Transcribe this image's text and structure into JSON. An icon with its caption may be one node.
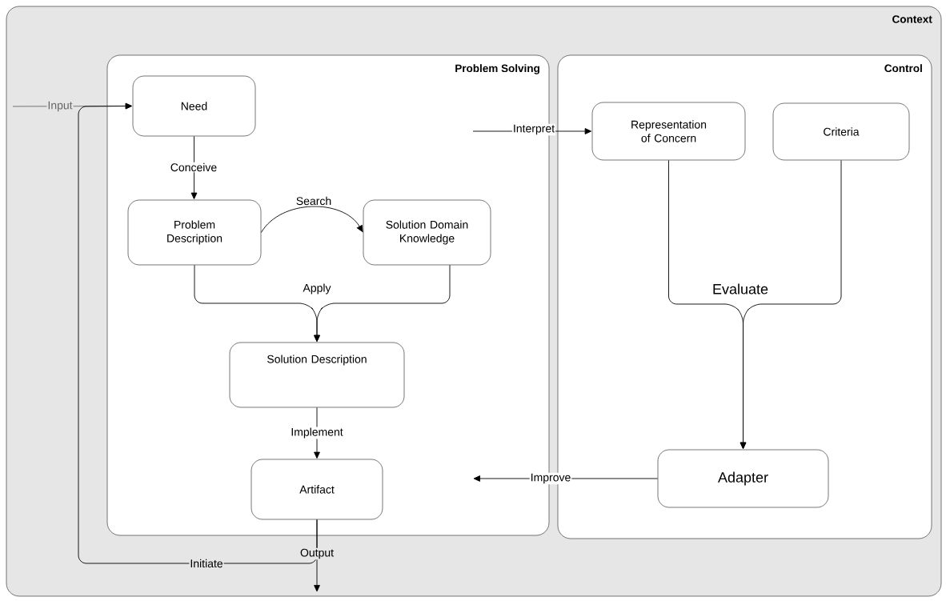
{
  "diagram": {
    "nodes": [
      {
        "text": [
          "Context"
        ]
      },
      {
        "text": [
          "Problem Solving"
        ],
        "in": 0
      },
      {
        "text": [
          "Control"
        ],
        "in": 0
      },
      {
        "text": [
          "Need"
        ],
        "in": 1
      },
      {
        "text": [
          "Problem Description"
        ],
        "in": 1
      },
      {
        "text": [
          "Solution Domain Knowledge"
        ],
        "in": 1
      },
      {
        "text": [
          "Solution Description"
        ],
        "in": 1
      },
      {
        "text": [
          "Artifact"
        ],
        "in": 1
      },
      {
        "text": [
          "Representation of Concern"
        ],
        "in": 2
      },
      {
        "text": [
          "Criteria"
        ],
        "in": 2
      },
      {
        "text": [
          "Adapter"
        ],
        "in": 2
      }
    ],
    "edges": [
      {
        "from": null,
        "to": 3,
        "arrow": "to",
        "label": "Input",
        "color": "#666666"
      },
      {
        "from": 7,
        "to": 3,
        "arrow": "to",
        "label": "Initiate"
      },
      {
        "from": 3,
        "to": 4,
        "arrow": "to",
        "label": "Conceive"
      },
      {
        "from": 4,
        "to": 5,
        "arrow": "to",
        "label": "Search"
      },
      {
        "from": 4,
        "to": 6,
        "arrow": "to",
        "label": "Apply"
      },
      {
        "from": 5,
        "to": 6,
        "arrow": "to"
      },
      {
        "from": 6,
        "to": 7,
        "arrow": "to",
        "label": "Implement"
      },
      {
        "from": 7,
        "to": null,
        "arrow": "to",
        "label": "Output"
      },
      {
        "from": null,
        "to": 8,
        "arrow": "to",
        "label": "Interpret"
      },
      {
        "from": 8,
        "to": 10,
        "arrow": "to",
        "label": "Evaluate"
      },
      {
        "from": 9,
        "to": 10,
        "arrow": "to"
      },
      {
        "from": 10,
        "to": null,
        "arrow": "to",
        "label": "Improve"
      }
    ]
  }
}
